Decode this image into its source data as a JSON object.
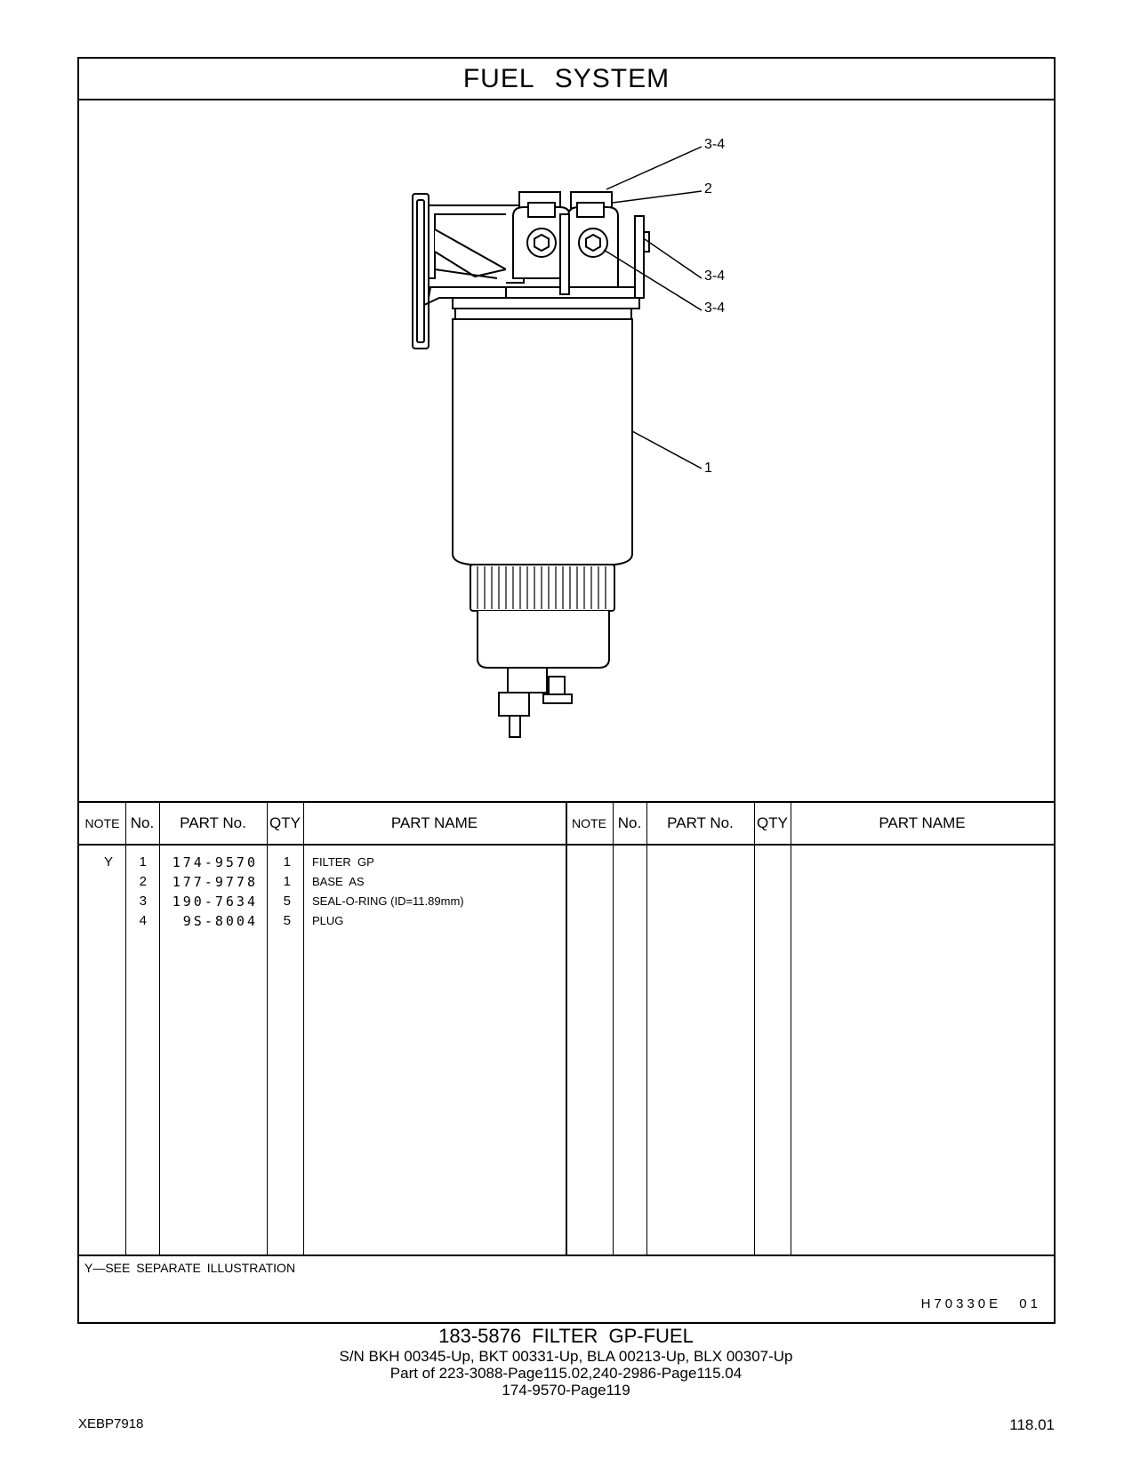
{
  "page_title": "FUEL   SYSTEM",
  "callouts": [
    "3-4",
    "2",
    "3-4",
    "3-4",
    "1"
  ],
  "table_headers": {
    "note": "NOTE",
    "no": "No.",
    "part_no": "PART No.",
    "qty": "QTY",
    "part_name": "PART NAME"
  },
  "parts": [
    {
      "note": "Y",
      "no": "1",
      "part_no": "174-9570",
      "qty": "1",
      "name": "FILTER  GP"
    },
    {
      "note": "",
      "no": "2",
      "part_no": "177-9778",
      "qty": "1",
      "name": "BASE  AS"
    },
    {
      "note": "",
      "no": "3",
      "part_no": "190-7634",
      "qty": "5",
      "name": "SEAL-O-RING (ID=11.89mm)"
    },
    {
      "note": "",
      "no": "4",
      "part_no": "9S-8004",
      "qty": "5",
      "name": "PLUG"
    }
  ],
  "footnote": "Y—SEE  SEPARATE  ILLUSTRATION",
  "doc_code": "H70330E  01",
  "group_title": "183-5876   FILTER  GP-FUEL",
  "serial_line": "S/N BKH 00345-Up, BKT 00331-Up, BLA 00213-Up, BLX 00307-Up",
  "part_of_line": "Part of 223-3088-Page115.02,240-2986-Page115.04",
  "ref_line": "174-9570-Page119",
  "page_id": "XEBP7918",
  "page_number": "118.01"
}
